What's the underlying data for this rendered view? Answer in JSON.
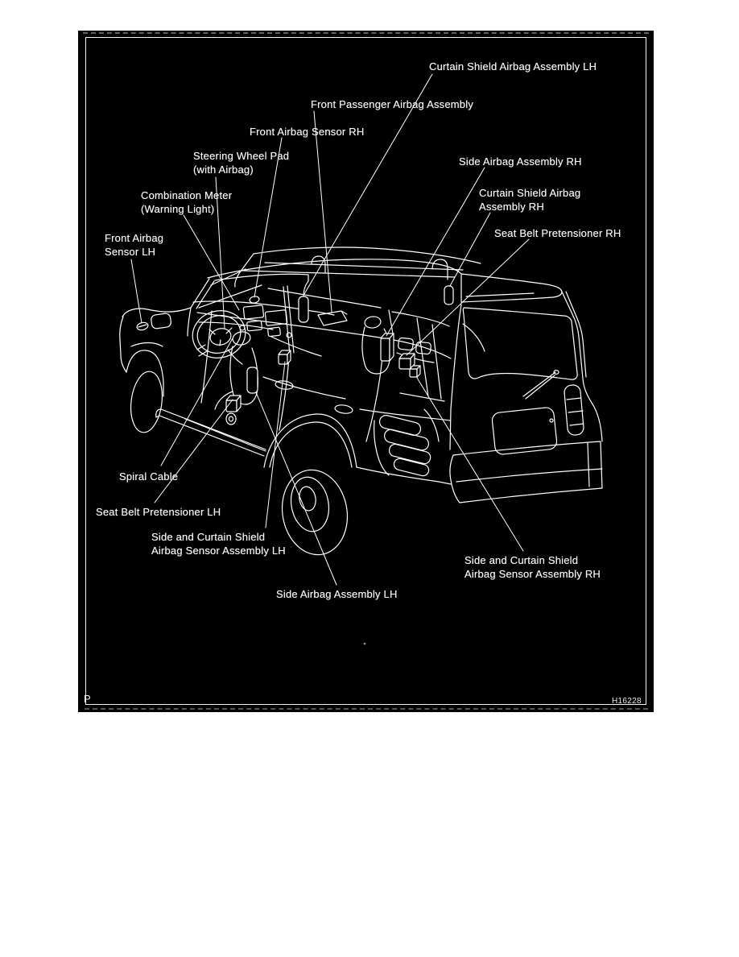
{
  "diagram": {
    "labels": [
      {
        "text": "Curtain Shield Airbag Assembly LH"
      },
      {
        "text": "Front Passenger Airbag Assembly"
      },
      {
        "text": "Front Airbag Sensor RH"
      },
      {
        "text": "Steering Wheel Pad\n(with Airbag)"
      },
      {
        "text": "Combination Meter\n(Warning Light)"
      },
      {
        "text": "Front Airbag\nSensor LH"
      },
      {
        "text": "Side Airbag Assembly RH"
      },
      {
        "text": "Curtain Shield Airbag\nAssembly RH"
      },
      {
        "text": "Seat Belt Pretensioner RH"
      },
      {
        "text": "Spiral Cable"
      },
      {
        "text": "Seat Belt Pretensioner LH"
      },
      {
        "text": "Side and Curtain Shield\nAirbag Sensor Assembly LH"
      },
      {
        "text": "Side Airbag Assembly LH"
      },
      {
        "text": "Side and Curtain Shield\nAirbag Sensor Assembly RH"
      }
    ],
    "corner_mark": "P",
    "figure_code": "H16228",
    "colors": {
      "page_bg": "#ffffff",
      "panel_bg": "#000000",
      "line": "#ffffff",
      "text": "#f7f7f7"
    }
  }
}
